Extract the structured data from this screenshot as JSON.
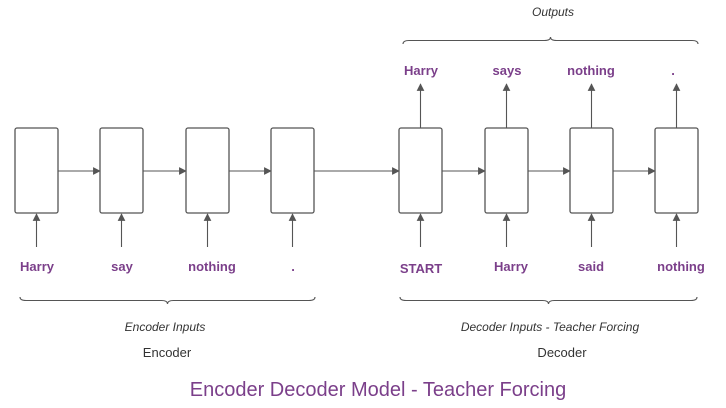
{
  "title": "Encoder Decoder Model - Teacher Forcing",
  "encoder": {
    "label": "Encoder",
    "inputs_caption": "Encoder Inputs",
    "inputs": [
      "Harry",
      "say",
      "nothing",
      "."
    ]
  },
  "decoder": {
    "label": "Decoder",
    "inputs_caption": "Decoder Inputs - Teacher Forcing",
    "inputs": [
      "START",
      "Harry",
      "said",
      "nothing"
    ],
    "outputs_caption": "Outputs",
    "outputs": [
      "Harry",
      "says",
      "nothing",
      "."
    ]
  },
  "colors": {
    "accent": "#7b3f8a",
    "stroke": "#555555",
    "text": "#333333"
  }
}
